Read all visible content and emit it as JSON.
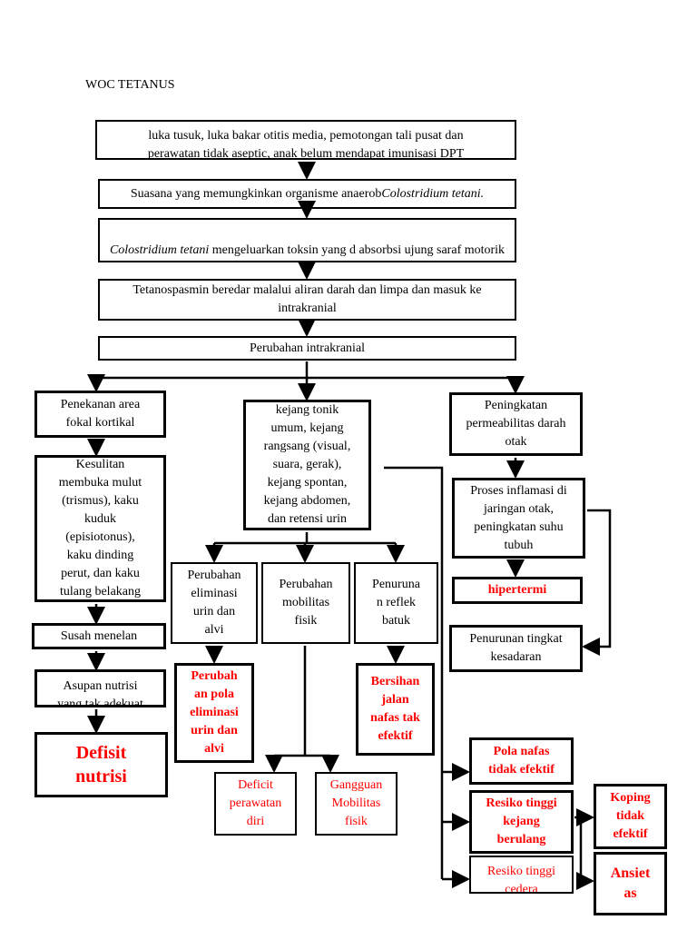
{
  "title": "WOC TETANUS",
  "boxes": {
    "b1": "luka tusuk, luka bakar otitis media, pemotongan tali pusat dan\nperawatan tidak aseptic, anak belum mendapat imunisasi DPT",
    "b2": [
      "Suasana yang memungkinkan organisme anaerob ",
      "Colostridium tetani."
    ],
    "b3": [
      "Colostridium tetani",
      " mengeluarkan toksin yang d absorbsi ujung saraf motorik dan melalui sumbu silindrik ke SSP"
    ],
    "b4": "Tetanospasmin beredar malalui aliran darah dan limpa dan masuk ke intrakranial",
    "b5": "Perubahan intrakranial",
    "left1": "Penekanan area\nfokal kortikal",
    "left2": "Kesulitan\nmembuka mulut\n(trismus), kaku\nkuduk\n(episiotonus),\nkaku dinding\nperut, dan kaku\ntulang belakang",
    "left3": "Susah menelan",
    "left4": "Asupan nutrisi\nyang tak adekuat",
    "left5": "Defisit\nnutrisi",
    "mid1": "kejang tonik\numum, kejang\nrangsang (visual,\nsuara, gerak),\nkejang spontan,\nkejang abdomen,\ndan retensi  urin",
    "midA": "Perubahan\neliminasi\nurin dan\nalvi",
    "midB": "Perubahan\nmobilitas\nfisik",
    "midC": "Penuruna\nn reflek\nbatuk",
    "midA2": "Perubah\nan pola\neliminasi\nurin dan\nalvi",
    "midC2": "Bersihan\njalan\nnafas tak\nefektif",
    "midB2a": "Deficit\nperawatan\ndiri",
    "midB2b": "Gangguan\nMobilitas\nfisik",
    "right1": "Peningkatan\npermeabilitas darah\notak",
    "right2": "Proses inflamasi di\njaringan otak,\npeningkatan suhu\ntubuh",
    "right3": "hipertermi",
    "right4": "Penurunan tingkat\nkesadaran",
    "right5": "Pola nafas\ntidak efektif",
    "right6": "Resiko tinggi\nkejang\nberulang",
    "right7": "Resiko tinggi\ncedera",
    "far1": "Koping\ntidak\nefektif",
    "far2": "Ansiet\nas"
  },
  "colors": {
    "line": "#000000",
    "diagnosis": "#ff0000"
  }
}
